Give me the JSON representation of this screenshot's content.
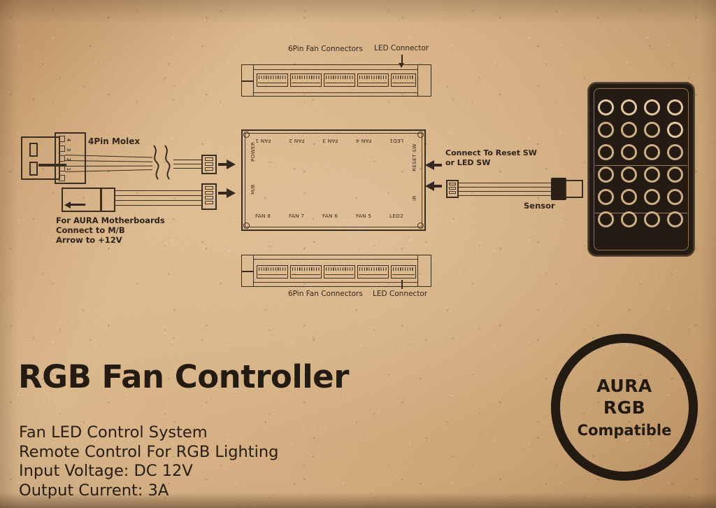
{
  "package": {
    "background_color": "#d3ad80",
    "ink_color": "#2a211a"
  },
  "product": {
    "title": "RGB Fan Controller",
    "specs": [
      "Fan LED Control System",
      "Remote Control For RGB Lighting",
      "Input Voltage: DC 12V",
      "Output Current: 3A"
    ]
  },
  "badge": {
    "line1": "AURA",
    "line2": "RGB",
    "line3": "Compatible"
  },
  "diagram": {
    "top_strip": {
      "fan_label": "6Pin Fan Connectors",
      "led_label": "LED Connector"
    },
    "bottom_strip": {
      "fan_label": "6Pin Fan Connectors",
      "led_label": "LED Connector"
    },
    "molex": {
      "label": "4Pin Molex",
      "pin_numbers": [
        "4",
        "3",
        "2",
        "1"
      ]
    },
    "motherboard_note": [
      "For AURA Motherboards",
      "Connect to M/B",
      "Arrow to +12V"
    ],
    "reset_note": [
      "Connect To Reset SW",
      "or LED SW"
    ],
    "sensor_label": "Sensor",
    "board": {
      "top_ports": [
        "FAN 1",
        "FAN 2",
        "FAN 3",
        "FAN 4",
        "LED1"
      ],
      "bottom_ports": [
        "FAN 8",
        "FAN 7",
        "FAN 6",
        "FAN 5",
        "LED2"
      ],
      "left_ports": [
        "POWER",
        "M/B"
      ],
      "right_ports": [
        "RESET SW",
        "IR"
      ]
    }
  },
  "remote": {
    "rows": 6,
    "columns": 4,
    "button_count": 24,
    "body_color": "#241c14",
    "button_ring_color": "#cdae84"
  }
}
